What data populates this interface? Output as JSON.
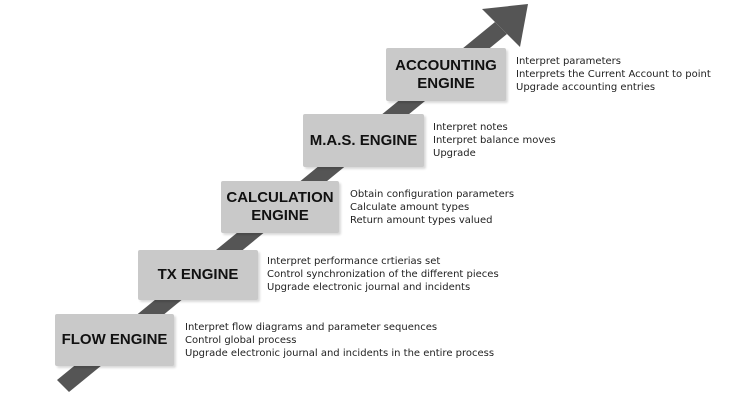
{
  "diagram": {
    "arrow_color": "#555555",
    "box_color": "#c9c9c9",
    "stages": [
      {
        "label": "FLOW ENGINE",
        "items": [
          "Interpret flow diagrams and parameter sequences",
          "Control global process",
          "Upgrade electronic journal and incidents in the entire process"
        ]
      },
      {
        "label": "TX ENGINE",
        "items": [
          "Interpret performance crtierias set",
          "Control  synchronization of the different pieces",
          "Upgrade electronic journal and incidents"
        ]
      },
      {
        "label": "CALCULATION\nENGINE",
        "items": [
          "Obtain configuration parameters",
          "Calculate amount types",
          "Return amount types valued"
        ]
      },
      {
        "label": "M.A.S. ENGINE",
        "items": [
          "Interpret notes",
          "Interpret balance moves",
          "Upgrade"
        ]
      },
      {
        "label": "ACCOUNTING\nENGINE",
        "items": [
          "Interpret parameters",
          "Interprets the Current Account to point",
          "Upgrade accounting entries"
        ]
      }
    ]
  }
}
